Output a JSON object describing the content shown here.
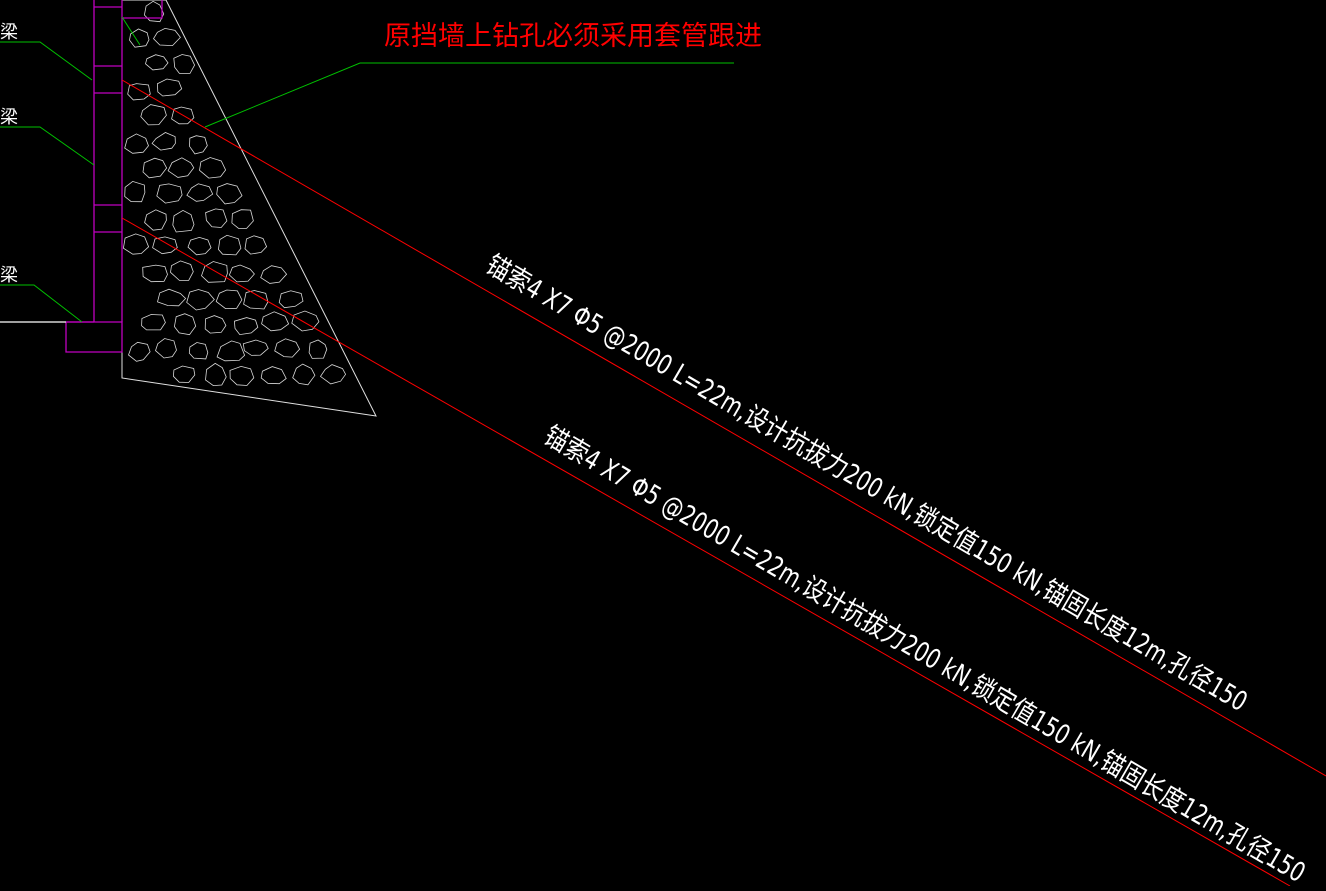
{
  "background_color": "#000000",
  "colors": {
    "anchor_line": "#ff0000",
    "leader_line": "#00c000",
    "wall_outline": "#c000c0",
    "stone": "#d8d8d8",
    "text_white": "#ffffff",
    "text_red": "#ff0000"
  },
  "labels": {
    "beam_1": "梁",
    "beam_2": "梁",
    "beam_3": "梁",
    "note_casing": "原挡墙上钻孔必须采用套管跟进"
  },
  "anchors": [
    {
      "label": "锚索4 X7 Φ5 @2000   L=22m,设计抗拔力200 kN,锁定值150 kN,锚固长度12m,孔径150"
    },
    {
      "label": "锚索4 X7 Φ5 @2000   L=22m,设计抗拔力200 kN,锁定值150 kN,锚固长度12m,孔径150"
    }
  ]
}
